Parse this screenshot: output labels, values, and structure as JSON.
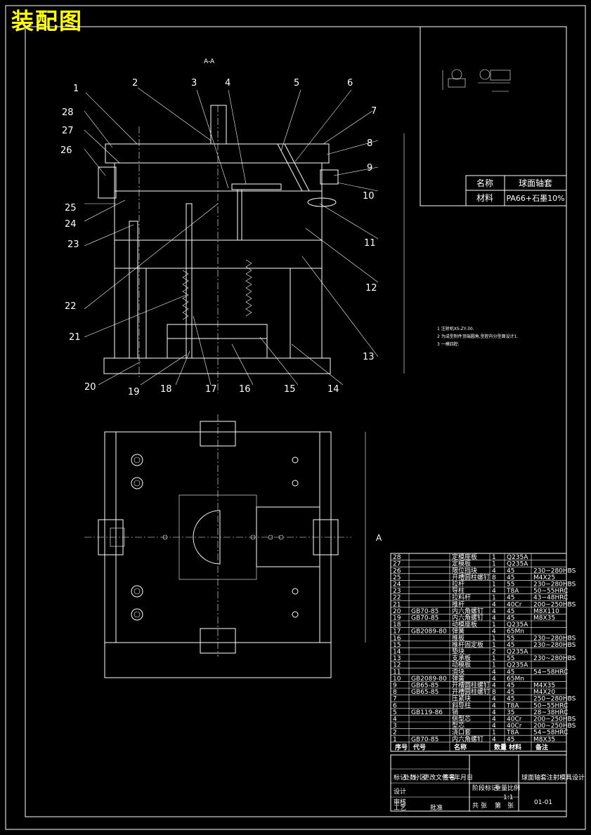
{
  "header": {
    "title": "装配图"
  },
  "section_label": "A-A",
  "section_marker": "A",
  "balloons": [
    "1",
    "2",
    "3",
    "4",
    "5",
    "6",
    "7",
    "8",
    "9",
    "10",
    "11",
    "12",
    "13",
    "14",
    "15",
    "16",
    "17",
    "18",
    "19",
    "20",
    "21",
    "22",
    "23",
    "24",
    "25",
    "26",
    "27",
    "28"
  ],
  "part_box": {
    "name_label": "名称",
    "name_value": "球面轴套",
    "material_label": "材料",
    "material_value": "PA66+石墨10%"
  },
  "tech_notes": [
    "1 注射机XS-ZY-30.",
    "2 为成型制件顶端圆角,型腔内分型面设计1.",
    "3 一模四腔."
  ],
  "bom": {
    "rows": [
      {
        "no": "28",
        "code": "",
        "name": "定模座板",
        "qty": "1",
        "material": "Q235A",
        "note": ""
      },
      {
        "no": "27",
        "code": "",
        "name": "定模板",
        "qty": "1",
        "material": "Q235A",
        "note": ""
      },
      {
        "no": "26",
        "code": "",
        "name": "限位挡块",
        "qty": "4",
        "material": "45",
        "note": "230~280HBS"
      },
      {
        "no": "25",
        "code": "",
        "name": "开槽圆柱螺钉",
        "qty": "8",
        "material": "45",
        "note": "M4X25"
      },
      {
        "no": "24",
        "code": "",
        "name": "拉杆",
        "qty": "1",
        "material": "55",
        "note": "230~280HBS"
      },
      {
        "no": "23",
        "code": "",
        "name": "导柱",
        "qty": "4",
        "material": "T8A",
        "note": "50~55HRC"
      },
      {
        "no": "22",
        "code": "",
        "name": "拉料杆",
        "qty": "1",
        "material": "45",
        "note": "43~48HRC"
      },
      {
        "no": "21",
        "code": "",
        "name": "推杆",
        "qty": "4",
        "material": "40Cr",
        "note": "200~250HBS"
      },
      {
        "no": "20",
        "code": "GB70-85",
        "name": "内六角螺钉",
        "qty": "4",
        "material": "45",
        "note": "M8X110"
      },
      {
        "no": "19",
        "code": "GB70-85",
        "name": "内六角螺钉",
        "qty": "4",
        "material": "45",
        "note": "M8X35"
      },
      {
        "no": "18",
        "code": "",
        "name": "动模座板",
        "qty": "1",
        "material": "Q235A",
        "note": ""
      },
      {
        "no": "17",
        "code": "GB2089-80",
        "name": "弹簧",
        "qty": "4",
        "material": "65Mn",
        "note": ""
      },
      {
        "no": "16",
        "code": "",
        "name": "推板",
        "qty": "1",
        "material": "55",
        "note": "230~280HBS"
      },
      {
        "no": "15",
        "code": "",
        "name": "推杆固定板",
        "qty": "1",
        "material": "45",
        "note": "230~280HBS"
      },
      {
        "no": "14",
        "code": "",
        "name": "垫块",
        "qty": "2",
        "material": "Q235A",
        "note": ""
      },
      {
        "no": "13",
        "code": "",
        "name": "支承板",
        "qty": "1",
        "material": "55",
        "note": "230~280HBS"
      },
      {
        "no": "12",
        "code": "",
        "name": "动模板",
        "qty": "1",
        "material": "Q235A",
        "note": ""
      },
      {
        "no": "11",
        "code": "",
        "name": "滑块",
        "qty": "4",
        "material": "45",
        "note": "54~58HRC"
      },
      {
        "no": "10",
        "code": "GB2089-80",
        "name": "弹簧",
        "qty": "4",
        "material": "65Mn",
        "note": ""
      },
      {
        "no": "9",
        "code": "GB65-85",
        "name": "开槽圆柱螺钉",
        "qty": "4",
        "material": "45",
        "note": "M4X35"
      },
      {
        "no": "8",
        "code": "GB65-85",
        "name": "开槽圆柱螺钉",
        "qty": "8",
        "material": "45",
        "note": "M4X20"
      },
      {
        "no": "7",
        "code": "",
        "name": "压紧块",
        "qty": "4",
        "material": "45",
        "note": "250~280HBS"
      },
      {
        "no": "6",
        "code": "",
        "name": "斜导柱",
        "qty": "4",
        "material": "T8A",
        "note": "50~55HRC"
      },
      {
        "no": "5",
        "code": "GB119-86",
        "name": "销",
        "qty": "4",
        "material": "35",
        "note": "28~38HRC"
      },
      {
        "no": "4",
        "code": "",
        "name": "侧型芯",
        "qty": "4",
        "material": "40Cr",
        "note": "200~250HBS"
      },
      {
        "no": "3",
        "code": "",
        "name": "型芯",
        "qty": "4",
        "material": "40Cr",
        "note": "200~250HBS"
      },
      {
        "no": "2",
        "code": "",
        "name": "浇口套",
        "qty": "1",
        "material": "T8A",
        "note": "54~58HRC"
      },
      {
        "no": "1",
        "code": "GB70-85",
        "name": "内六角螺钉",
        "qty": "4",
        "material": "45",
        "note": "M8X35"
      }
    ],
    "header": {
      "no": "序号",
      "code": "代号",
      "name": "名称",
      "qty": "数量",
      "material": "材料",
      "note": "备注"
    }
  },
  "title_block": {
    "drawing_name": "球面轴套注射模具设计",
    "drawing_no": "01-01",
    "labels": [
      "标记",
      "处数",
      "分区",
      "更改文件号",
      "签名",
      "年月日",
      "设计",
      "审核",
      "工艺",
      "批准",
      "阶段标记",
      "重量",
      "比例",
      "共",
      "张",
      "第",
      "张"
    ],
    "scale": "1:1"
  }
}
